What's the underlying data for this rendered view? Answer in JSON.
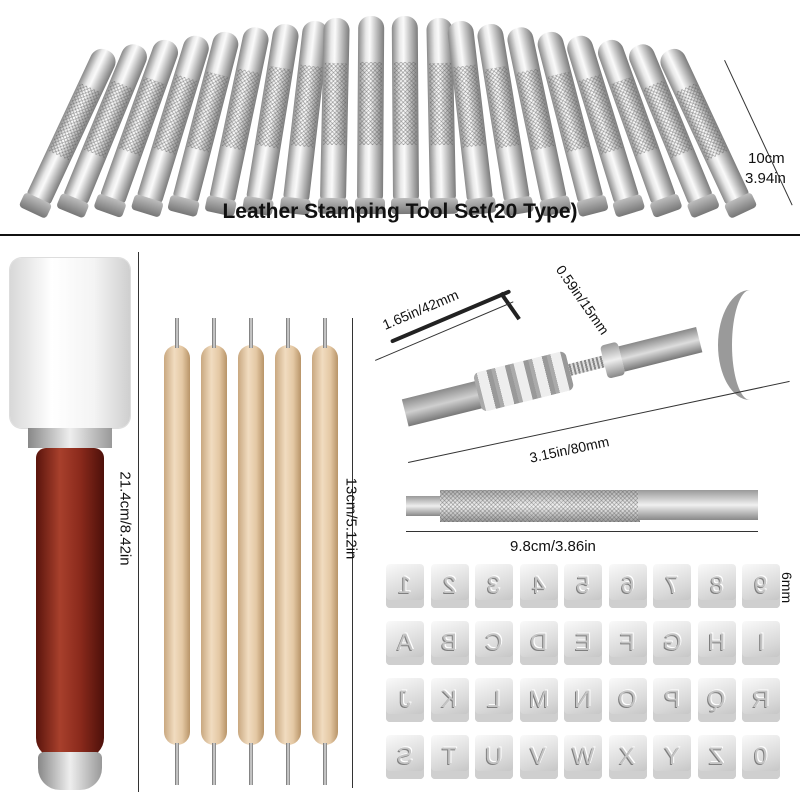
{
  "top_section": {
    "title": "Leather Stamping Tool Set(20 Type)",
    "height_cm": "10cm",
    "height_in": "3.94in",
    "tool_count": 20
  },
  "mallet": {
    "length": "21.4cm/8.42in"
  },
  "dotting_tools": {
    "length": "13cm/5.12in",
    "count": 5
  },
  "swivel_knife": {
    "wrench_long": "1.65in/42mm",
    "wrench_short": "0.59in/15mm",
    "length": "3.15in/80mm"
  },
  "stamp_handle": {
    "length": "9.8cm/3.86in"
  },
  "letter_stamps": {
    "size": "6mm",
    "rows": [
      [
        "1",
        "2",
        "3",
        "4",
        "5",
        "6",
        "7",
        "8",
        "9"
      ],
      [
        "A",
        "B",
        "C",
        "D",
        "E",
        "F",
        "G",
        "H",
        "I"
      ],
      [
        "J",
        "K",
        "L",
        "M",
        "N",
        "O",
        "P",
        "Q",
        "R"
      ],
      [
        "S",
        "T",
        "U",
        "V",
        "W",
        "X",
        "Y",
        "Z",
        "0"
      ]
    ]
  },
  "colors": {
    "metal": "#c8c8c8",
    "wood_handle": "#8b2a1c",
    "mallet_head": "#f4f4f4",
    "dotting_wood": "#e8cfae"
  }
}
